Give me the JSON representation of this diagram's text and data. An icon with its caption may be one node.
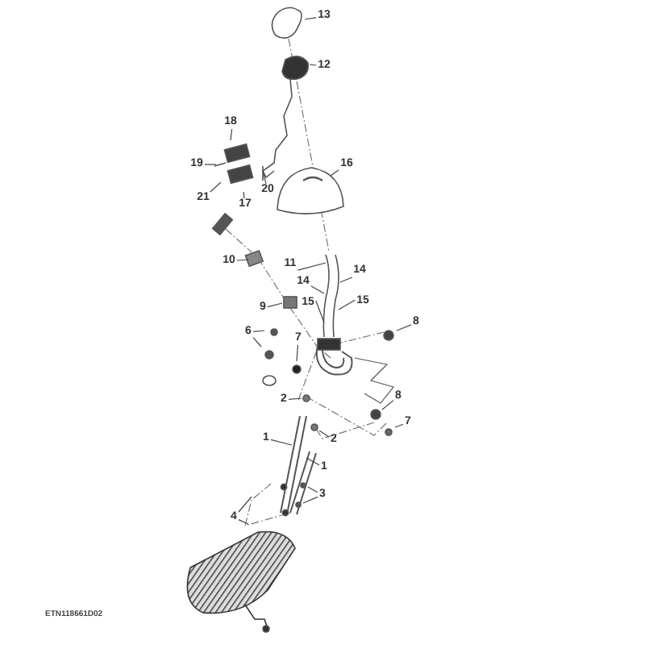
{
  "diagram": {
    "nodes": [
      {
        "text": [
          "13"
        ]
      },
      {
        "text": [
          "12"
        ]
      },
      {
        "text": [
          "18"
        ]
      },
      {
        "text": [
          "16"
        ]
      },
      {
        "text": [
          "19"
        ]
      },
      {
        "text": [
          "21"
        ]
      },
      {
        "text": [
          "17"
        ]
      },
      {
        "text": [
          "20"
        ]
      },
      {
        "text": [
          "10"
        ]
      },
      {
        "text": [
          "11"
        ]
      },
      {
        "text": [
          "14"
        ]
      },
      {
        "text": [
          "14"
        ]
      },
      {
        "text": [
          "15"
        ]
      },
      {
        "text": [
          "15"
        ]
      },
      {
        "text": [
          "9"
        ]
      },
      {
        "text": [
          "8"
        ]
      },
      {
        "text": [
          "6"
        ]
      },
      {
        "text": [
          "7"
        ]
      },
      {
        "text": [
          "2"
        ]
      },
      {
        "text": [
          "8"
        ]
      },
      {
        "text": [
          "7"
        ]
      },
      {
        "text": [
          "1"
        ]
      },
      {
        "text": [
          "2"
        ]
      },
      {
        "text": [
          "1"
        ]
      },
      {
        "text": [
          "3"
        ]
      },
      {
        "text": [
          "4"
        ]
      },
      {
        "text": [],
        "shape": "picture"
      },
      {
        "text": [],
        "shape": "box"
      },
      {
        "text": [],
        "shape": "picture"
      },
      {
        "text": [],
        "shape": "circle"
      },
      {
        "text": [],
        "shape": "circle"
      },
      {
        "text": [],
        "shape": "box"
      }
    ],
    "edges": [
      {
        "from": 0,
        "to": 26,
        "arrow": "none"
      },
      {
        "from": 1,
        "to": null,
        "arrow": "none"
      },
      {
        "from": 2,
        "to": 27,
        "arrow": "none"
      },
      {
        "from": 3,
        "to": null,
        "arrow": "none"
      },
      {
        "from": 4,
        "to": null,
        "arrow": "none"
      },
      {
        "from": 5,
        "to": null,
        "arrow": "none"
      },
      {
        "from": 6,
        "to": null,
        "arrow": "none"
      },
      {
        "from": 7,
        "to": null,
        "arrow": "none"
      },
      {
        "from": 8,
        "to": 31,
        "arrow": "none"
      },
      {
        "from": 9,
        "to": 28,
        "arrow": "none"
      },
      {
        "from": 10,
        "to": 28,
        "arrow": "none"
      },
      {
        "from": 11,
        "to": 28,
        "arrow": "none"
      },
      {
        "from": 12,
        "to": 28,
        "arrow": "none"
      },
      {
        "from": 13,
        "to": 28,
        "arrow": "none"
      },
      {
        "from": 14,
        "to": null,
        "arrow": "none"
      },
      {
        "from": 15,
        "to": 29,
        "arrow": "none"
      },
      {
        "from": 16,
        "to": null,
        "arrow": "none"
      },
      {
        "from": 16,
        "to": null,
        "arrow": "none"
      },
      {
        "from": 17,
        "to": null,
        "arrow": "none"
      },
      {
        "from": 18,
        "to": null,
        "arrow": "none"
      },
      {
        "from": 19,
        "to": 30,
        "arrow": "none"
      },
      {
        "from": 20,
        "to": null,
        "arrow": "none"
      },
      {
        "from": 21,
        "to": null,
        "arrow": "none"
      },
      {
        "from": 22,
        "to": null,
        "arrow": "none"
      },
      {
        "from": 23,
        "to": null,
        "arrow": "none"
      },
      {
        "from": 24,
        "to": null,
        "arrow": "none"
      },
      {
        "from": 24,
        "to": null,
        "arrow": "none"
      },
      {
        "from": 25,
        "to": null,
        "arrow": "none"
      },
      {
        "from": 25,
        "to": null,
        "arrow": "none"
      }
    ],
    "labels": [
      "ETN118661D02"
    ]
  }
}
